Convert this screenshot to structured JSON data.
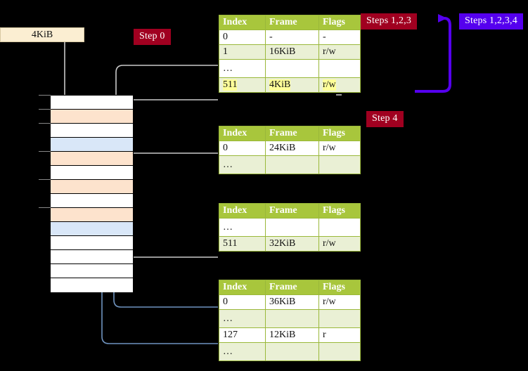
{
  "labels": {
    "steps_123": "Steps 1,2,3",
    "steps_1234": "Steps 1,2,3,4",
    "step_0": "Step 0",
    "step_4": "Step 4",
    "frame_size": "4KiB"
  },
  "colors": {
    "badge_red": "#a00020",
    "badge_blue": "#5500ee",
    "table_header": "#a8c63c",
    "table_alt_row": "#eaf0d5",
    "highlight": "#ffff99",
    "memory_orange": "#fde3cd",
    "memory_blue": "#d9e7f8",
    "frame_box": "#fbeed2",
    "arrow_gray": "#b9b9b9",
    "arrow_blue": "#6f93bf"
  },
  "tables": [
    {
      "name": "pml4-table",
      "headers": [
        "Index",
        "Frame",
        "Flags"
      ],
      "rows": [
        {
          "cells": [
            "0",
            "-",
            "-"
          ],
          "alt": false,
          "highlight": false
        },
        {
          "cells": [
            "1",
            "16KiB",
            "r/w"
          ],
          "alt": true,
          "highlight": false
        },
        {
          "cells": [
            "…",
            "",
            ""
          ],
          "alt": false,
          "highlight": false
        },
        {
          "cells": [
            "511",
            "4KiB",
            "r/w"
          ],
          "alt": true,
          "highlight": true
        }
      ]
    },
    {
      "name": "pdp-table",
      "headers": [
        "Index",
        "Frame",
        "Flags"
      ],
      "rows": [
        {
          "cells": [
            "0",
            "24KiB",
            "r/w"
          ],
          "alt": false,
          "highlight": false
        },
        {
          "cells": [
            "…",
            "",
            ""
          ],
          "alt": true,
          "highlight": false
        }
      ]
    },
    {
      "name": "pd-table",
      "headers": [
        "Index",
        "Frame",
        "Flags"
      ],
      "rows": [
        {
          "cells": [
            "…",
            "",
            ""
          ],
          "alt": false,
          "highlight": false
        },
        {
          "cells": [
            "511",
            "32KiB",
            "r/w"
          ],
          "alt": true,
          "highlight": false
        }
      ]
    },
    {
      "name": "pt-table",
      "headers": [
        "Index",
        "Frame",
        "Flags"
      ],
      "rows": [
        {
          "cells": [
            "0",
            "36KiB",
            "r/w"
          ],
          "alt": false,
          "highlight": false
        },
        {
          "cells": [
            "…",
            "",
            ""
          ],
          "alt": true,
          "highlight": false
        },
        {
          "cells": [
            "127",
            "12KiB",
            "r"
          ],
          "alt": false,
          "highlight": false
        },
        {
          "cells": [
            "…",
            "",
            ""
          ],
          "alt": true,
          "highlight": false
        }
      ]
    }
  ],
  "memory_rows": [
    {
      "fill": "mem-white",
      "tick": true
    },
    {
      "fill": "mem-orange",
      "tick": true
    },
    {
      "fill": "mem-white",
      "tick": true
    },
    {
      "fill": "mem-blue",
      "tick": false
    },
    {
      "fill": "mem-orange",
      "tick": true
    },
    {
      "fill": "mem-white",
      "tick": false
    },
    {
      "fill": "mem-orange",
      "tick": true
    },
    {
      "fill": "mem-white",
      "tick": false
    },
    {
      "fill": "mem-orange",
      "tick": true
    },
    {
      "fill": "mem-blue",
      "tick": false
    },
    {
      "fill": "mem-white",
      "tick": false
    },
    {
      "fill": "mem-white",
      "tick": false
    },
    {
      "fill": "mem-white",
      "tick": false
    },
    {
      "fill": "mem-white",
      "tick": false
    }
  ]
}
